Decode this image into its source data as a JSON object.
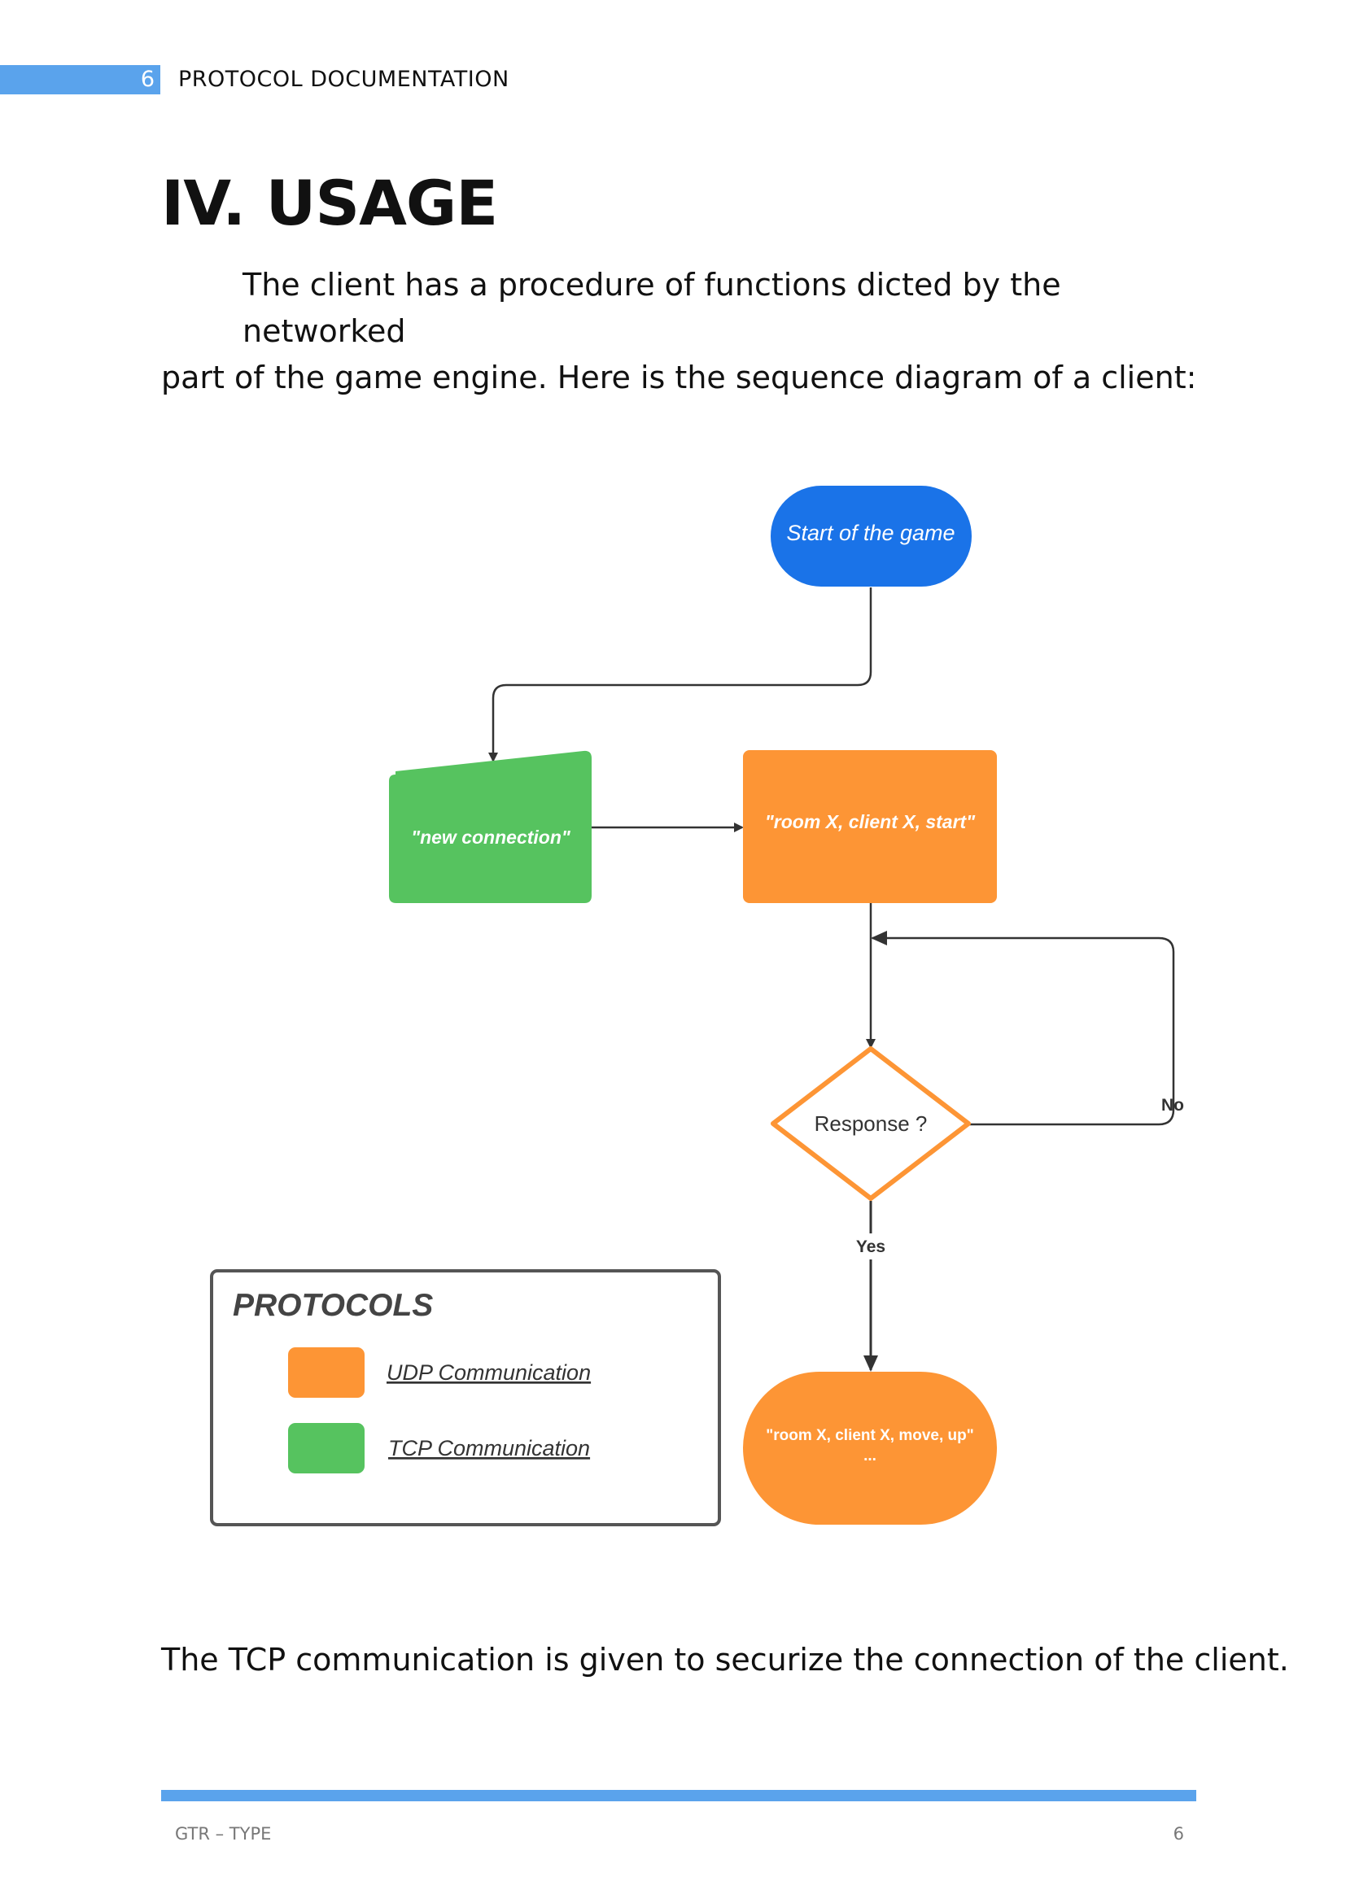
{
  "header": {
    "page_number": "6",
    "title": "PROTOCOL DOCUMENTATION"
  },
  "section": {
    "heading": "IV. USAGE",
    "intro_line1": "The client has a procedure of functions dicted by the networked",
    "intro_line2": "part of the game engine. Here is the sequence diagram of a client:"
  },
  "diagram": {
    "start_label": "Start of the game",
    "connect_label": "\"new connection\"",
    "start_msg_label": "\"room X, client X, start\"",
    "decision_label": "Response ?",
    "no_label": "No",
    "yes_label": "Yes",
    "move_line1": "\"room X, client X, move, up\"",
    "move_line2": "...",
    "legend": {
      "title": "PROTOCOLS",
      "udp_label": "UDP Communication",
      "tcp_label": "TCP Communication"
    },
    "colors": {
      "start": "#1a73e8",
      "udp": "#fd9535",
      "tcp": "#56c35f",
      "decision_border": "#fd9535"
    }
  },
  "closing": "The TCP communication is given to securize the connection of the client.",
  "footer": {
    "left": "GTR – TYPE",
    "right": "6"
  }
}
